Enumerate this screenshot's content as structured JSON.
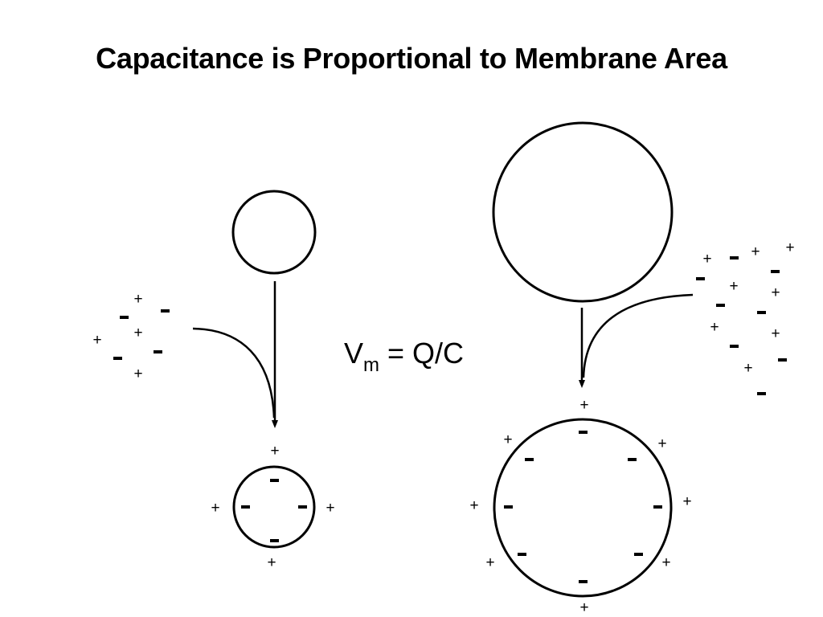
{
  "title": "Capacitance is Proportional to Membrane Area",
  "equation": {
    "variable": "V",
    "subscript": "m",
    "rhs": " = Q/C"
  },
  "charge_symbols": {
    "positive": "+"
  }
}
